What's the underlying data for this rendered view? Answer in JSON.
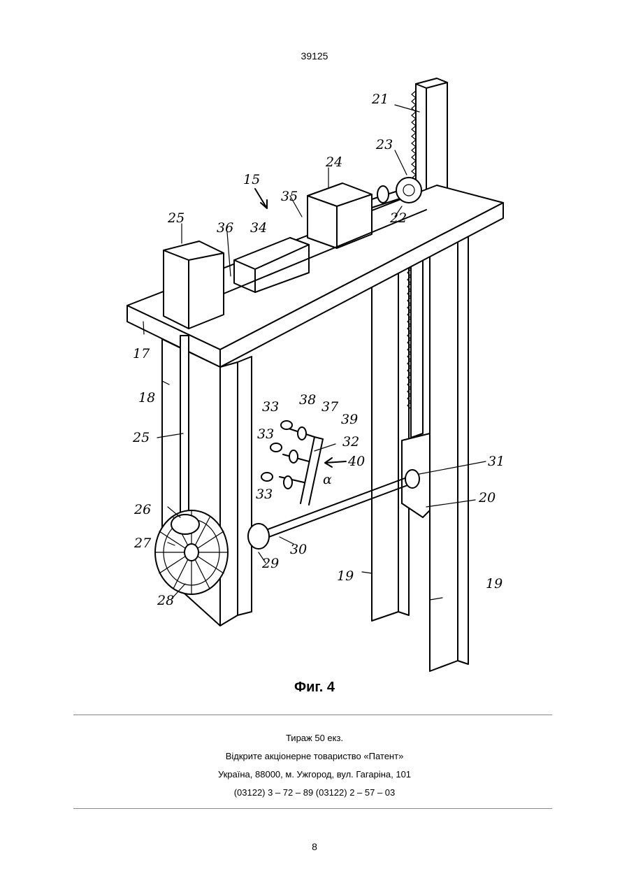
{
  "header": {
    "doc_number": "39125"
  },
  "figure": {
    "caption": "Фиг. 4",
    "labels": {
      "l15": "15",
      "l17": "17",
      "l18": "18",
      "l19a": "19",
      "l19b": "19",
      "l20": "20",
      "l21": "21",
      "l22": "22",
      "l23": "23",
      "l24": "24",
      "l25a": "25",
      "l25b": "25",
      "l26": "26",
      "l27": "27",
      "l28": "28",
      "l29": "29",
      "l30": "30",
      "l31": "31",
      "l32": "32",
      "l33a": "33",
      "l33b": "33",
      "l33c": "33",
      "l34": "34",
      "l35": "35",
      "l36": "36",
      "l37": "37",
      "l38": "38",
      "l39": "39",
      "l40": "40",
      "lalpha": "α"
    }
  },
  "imprint": {
    "line1": "Тираж 50 екз.",
    "line2": "Відкрите акціонерне товариство «Патент»",
    "line3": "Україна, 88000, м. Ужгород, вул. Гагаріна, 101",
    "line4": "(03122) 3 – 72 – 89   (03122) 2 – 57 – 03"
  },
  "footer": {
    "page_number": "8"
  }
}
